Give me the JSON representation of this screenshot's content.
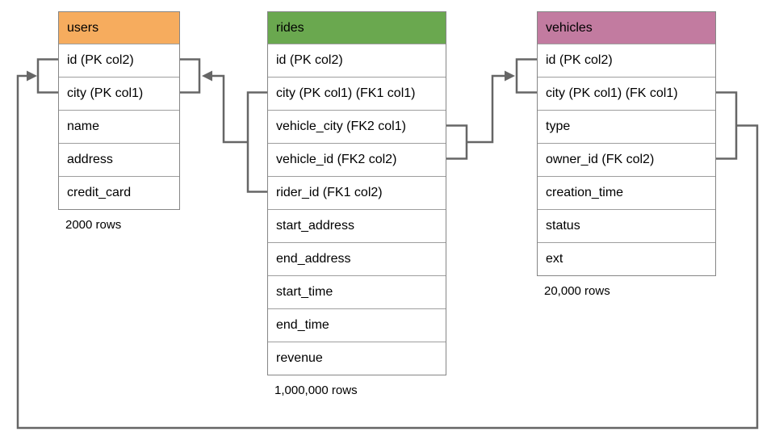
{
  "diagram": {
    "line_color": "#666666"
  },
  "tables": {
    "users": {
      "title": "users",
      "header_color": "#F6AC5E",
      "columns": [
        "id (PK col2)",
        "city (PK col1)",
        "name",
        "address",
        "credit_card"
      ],
      "row_count_label": "2000 rows"
    },
    "rides": {
      "title": "rides",
      "header_color": "#6AA84F",
      "columns": [
        "id (PK col2)",
        "city (PK col1) (FK1 col1)",
        "vehicle_city (FK2 col1)",
        "vehicle_id (FK2 col2)",
        "rider_id (FK1 col2)",
        "start_address",
        "end_address",
        "start_time",
        "end_time",
        "revenue"
      ],
      "row_count_label": "1,000,000 rows"
    },
    "vehicles": {
      "title": "vehicles",
      "header_color": "#C27BA0",
      "columns": [
        "id (PK col2)",
        "city (PK col1) (FK col1)",
        "type",
        "owner_id (FK col2)",
        "creation_time",
        "status",
        "ext"
      ],
      "row_count_label": "20,000 rows"
    }
  },
  "relationships": [
    {
      "name": "rides-to-users",
      "from": "rides: city (FK1 col1), rider_id (FK1 col2)",
      "to": "users: id (PK col2), city (PK col1)"
    },
    {
      "name": "rides-to-vehicles",
      "from": "rides: vehicle_city (FK2 col1), vehicle_id (FK2 col2)",
      "to": "vehicles: id (PK col2), city (PK col1)"
    },
    {
      "name": "vehicles-to-users",
      "from": "vehicles: city (FK col1), owner_id (FK col2)",
      "to": "users: id (PK col2), city (PK col1)"
    }
  ]
}
